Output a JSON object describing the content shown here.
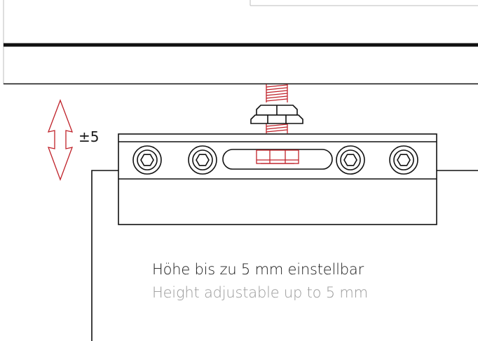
{
  "drawing": {
    "tolerance_label": "±5",
    "caption_de": "Höhe bis zu 5 mm einstellbar",
    "caption_en": "Height adjustable up to 5 mm",
    "colors": {
      "line": "#1a1a1a",
      "accent": "#c0222a",
      "caption_secondary": "#9a9a9a",
      "frame_gray": "#bdbdbd"
    }
  }
}
